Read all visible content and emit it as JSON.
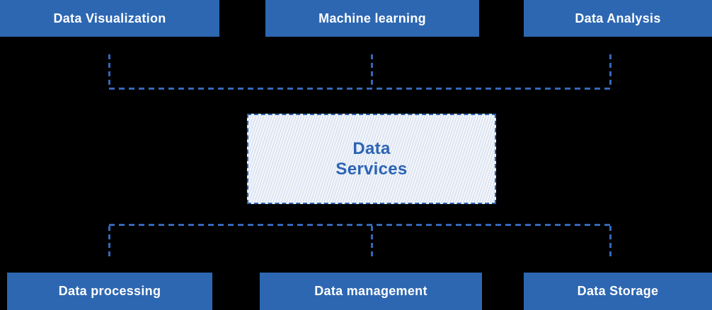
{
  "colors": {
    "background": "#000000",
    "box_fill": "#2d67b2",
    "box_text": "#ffffff",
    "connector": "#3468b8",
    "center_border": "#2b5fad",
    "center_text": "#2c64b5",
    "hatch_bg": "#f2f5fa",
    "hatch_stripe": "#c7d4ea"
  },
  "top_row": [
    {
      "label": "Data Visualization"
    },
    {
      "label": "Machine learning"
    },
    {
      "label": "Data Analysis"
    }
  ],
  "center_node": {
    "line1": "Data",
    "line2": "Services"
  },
  "bottom_row": [
    {
      "label": "Data processing"
    },
    {
      "label": "Data management"
    },
    {
      "label": "Data Storage"
    }
  ]
}
